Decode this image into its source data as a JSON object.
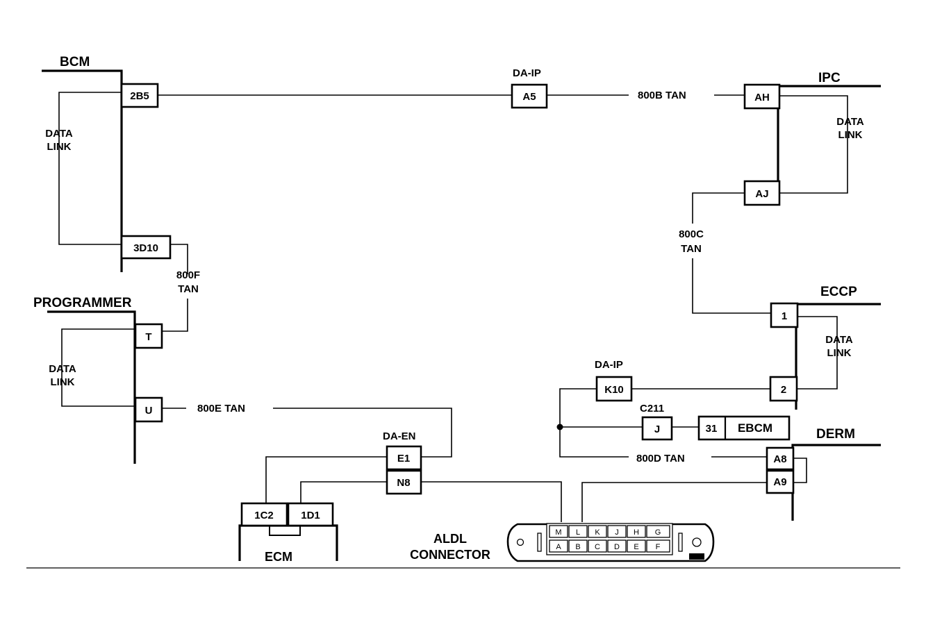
{
  "modules": {
    "bcm": "BCM",
    "ipc": "IPC",
    "programmer": "PROGRAMMER",
    "eccp": "ECCP",
    "derm": "DERM",
    "ecm": "ECM",
    "aldl_line1": "ALDL",
    "aldl_line2": "CONNECTOR",
    "ebcm": "EBCM"
  },
  "data_link": {
    "line1": "DATA",
    "line2": "LINK"
  },
  "connectors": {
    "da_ip_top": "DA-IP",
    "da_ip_mid": "DA-IP",
    "da_en": "DA-EN",
    "c211": "C211"
  },
  "terminals": {
    "bcm_2b5": "2B5",
    "bcm_3d10": "3D10",
    "a5": "A5",
    "ipc_ah": "AH",
    "ipc_aj": "AJ",
    "prog_t": "T",
    "prog_u": "U",
    "eccp_1": "1",
    "eccp_2": "2",
    "k10": "K10",
    "j": "J",
    "ebcm_31": "31",
    "derm_a8": "A8",
    "derm_a9": "A9",
    "e1": "E1",
    "n8": "N8",
    "ecm_1c2": "1C2",
    "ecm_1d1": "1D1"
  },
  "wires": {
    "w800b": "800B TAN",
    "w800c_1": "800C",
    "w800c_2": "TAN",
    "w800f_1": "800F",
    "w800f_2": "TAN",
    "w800e": "800E TAN",
    "w800d": "800D TAN"
  },
  "aldl_pins": {
    "top": [
      "M",
      "L",
      "K",
      "J",
      "H",
      "G"
    ],
    "bottom": [
      "A",
      "B",
      "C",
      "D",
      "E",
      "F"
    ]
  }
}
